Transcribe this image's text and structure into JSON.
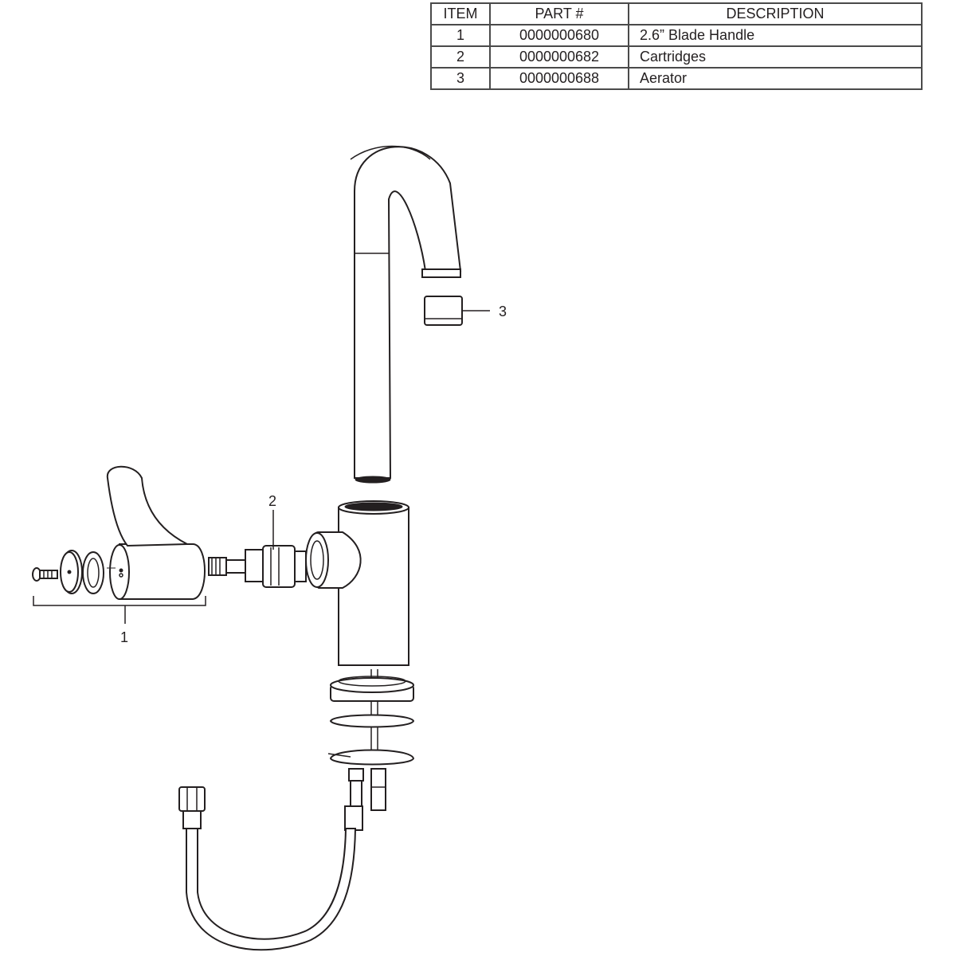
{
  "parts_table": {
    "headers": [
      "ITEM",
      "PART #",
      "DESCRIPTION"
    ],
    "rows": [
      {
        "item": "1",
        "part": "0000000680",
        "description": "2.6” Blade Handle"
      },
      {
        "item": "2",
        "part": "0000000682",
        "description": "Cartridges"
      },
      {
        "item": "3",
        "part": "0000000688",
        "description": "Aerator"
      }
    ]
  },
  "callouts": {
    "handle": "1",
    "cartridge": "2",
    "aerator": "3"
  },
  "colors": {
    "line": "#231f20",
    "shade": "#8a8a8a",
    "background": "#ffffff"
  }
}
